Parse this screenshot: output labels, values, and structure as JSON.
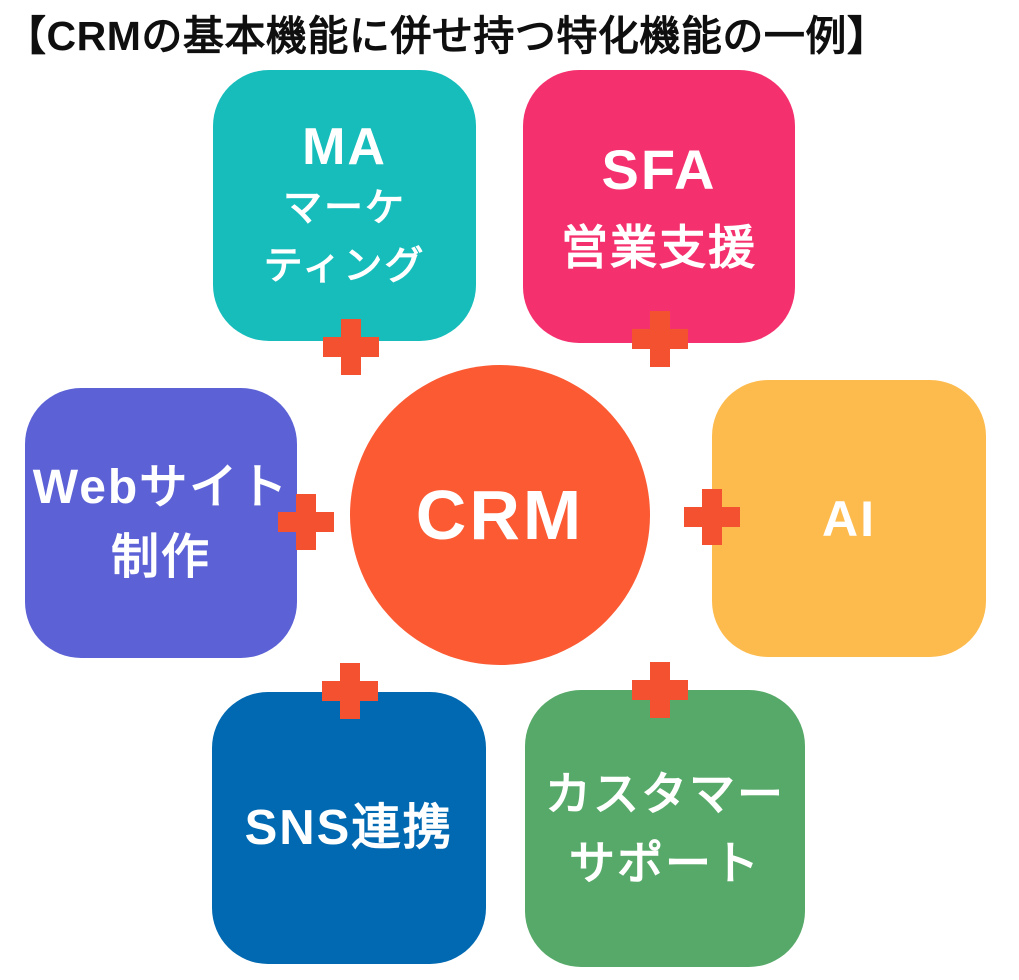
{
  "title": "【CRMの基本機能に併せ持つ特化機能の一例】",
  "title_color": "#0F0F0F",
  "background": "#FFFFFF",
  "text_color": "#FFFFFF",
  "center": {
    "label": "CRM",
    "color": "#FB5A33"
  },
  "plus_icon": {
    "glyph": "+",
    "color": "#F3512F"
  },
  "nodes": [
    {
      "id": "ma",
      "lines": [
        "MA",
        "マーケ",
        "ティング"
      ],
      "color": "#16BDBB"
    },
    {
      "id": "sfa",
      "lines": [
        "SFA",
        "営業支援"
      ],
      "color": "#F4316E"
    },
    {
      "id": "web-site",
      "lines": [
        "Webサイト",
        "制作"
      ],
      "color": "#5C62D6"
    },
    {
      "id": "ai",
      "lines": [
        "AI"
      ],
      "color": "#FDBB4E"
    },
    {
      "id": "sns",
      "lines": [
        "SNS連携"
      ],
      "color": "#0069B1"
    },
    {
      "id": "customer-support",
      "lines": [
        "カスタマー",
        "サポート"
      ],
      "color": "#56A968"
    }
  ]
}
